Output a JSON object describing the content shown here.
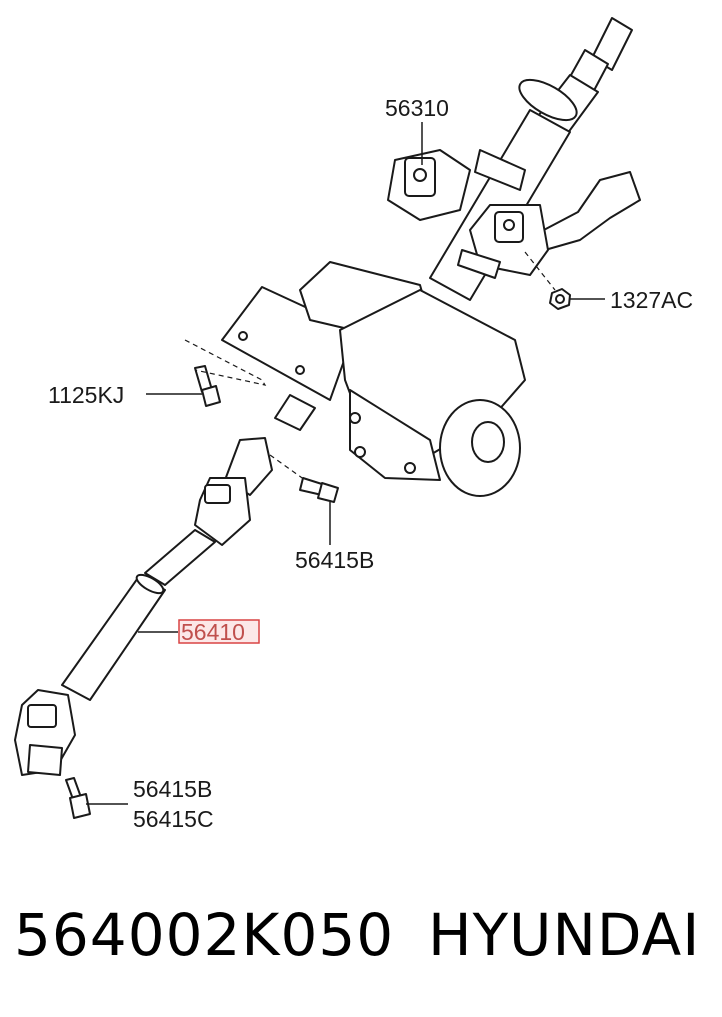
{
  "diagram": {
    "callouts": [
      {
        "id": "56310",
        "label": "56310"
      },
      {
        "id": "1327AC",
        "label": "1327AC"
      },
      {
        "id": "1125KJ",
        "label": "1125KJ"
      },
      {
        "id": "56415B_upper",
        "label": "56415B"
      },
      {
        "id": "56410",
        "label": "56410",
        "highlighted": true
      },
      {
        "id": "56415B_lower",
        "label": "56415B"
      },
      {
        "id": "56415C",
        "label": "56415C"
      }
    ],
    "highlight_color": "#e05555"
  },
  "footer": {
    "part_number": "564002K050",
    "brand": "HYUNDAI"
  }
}
